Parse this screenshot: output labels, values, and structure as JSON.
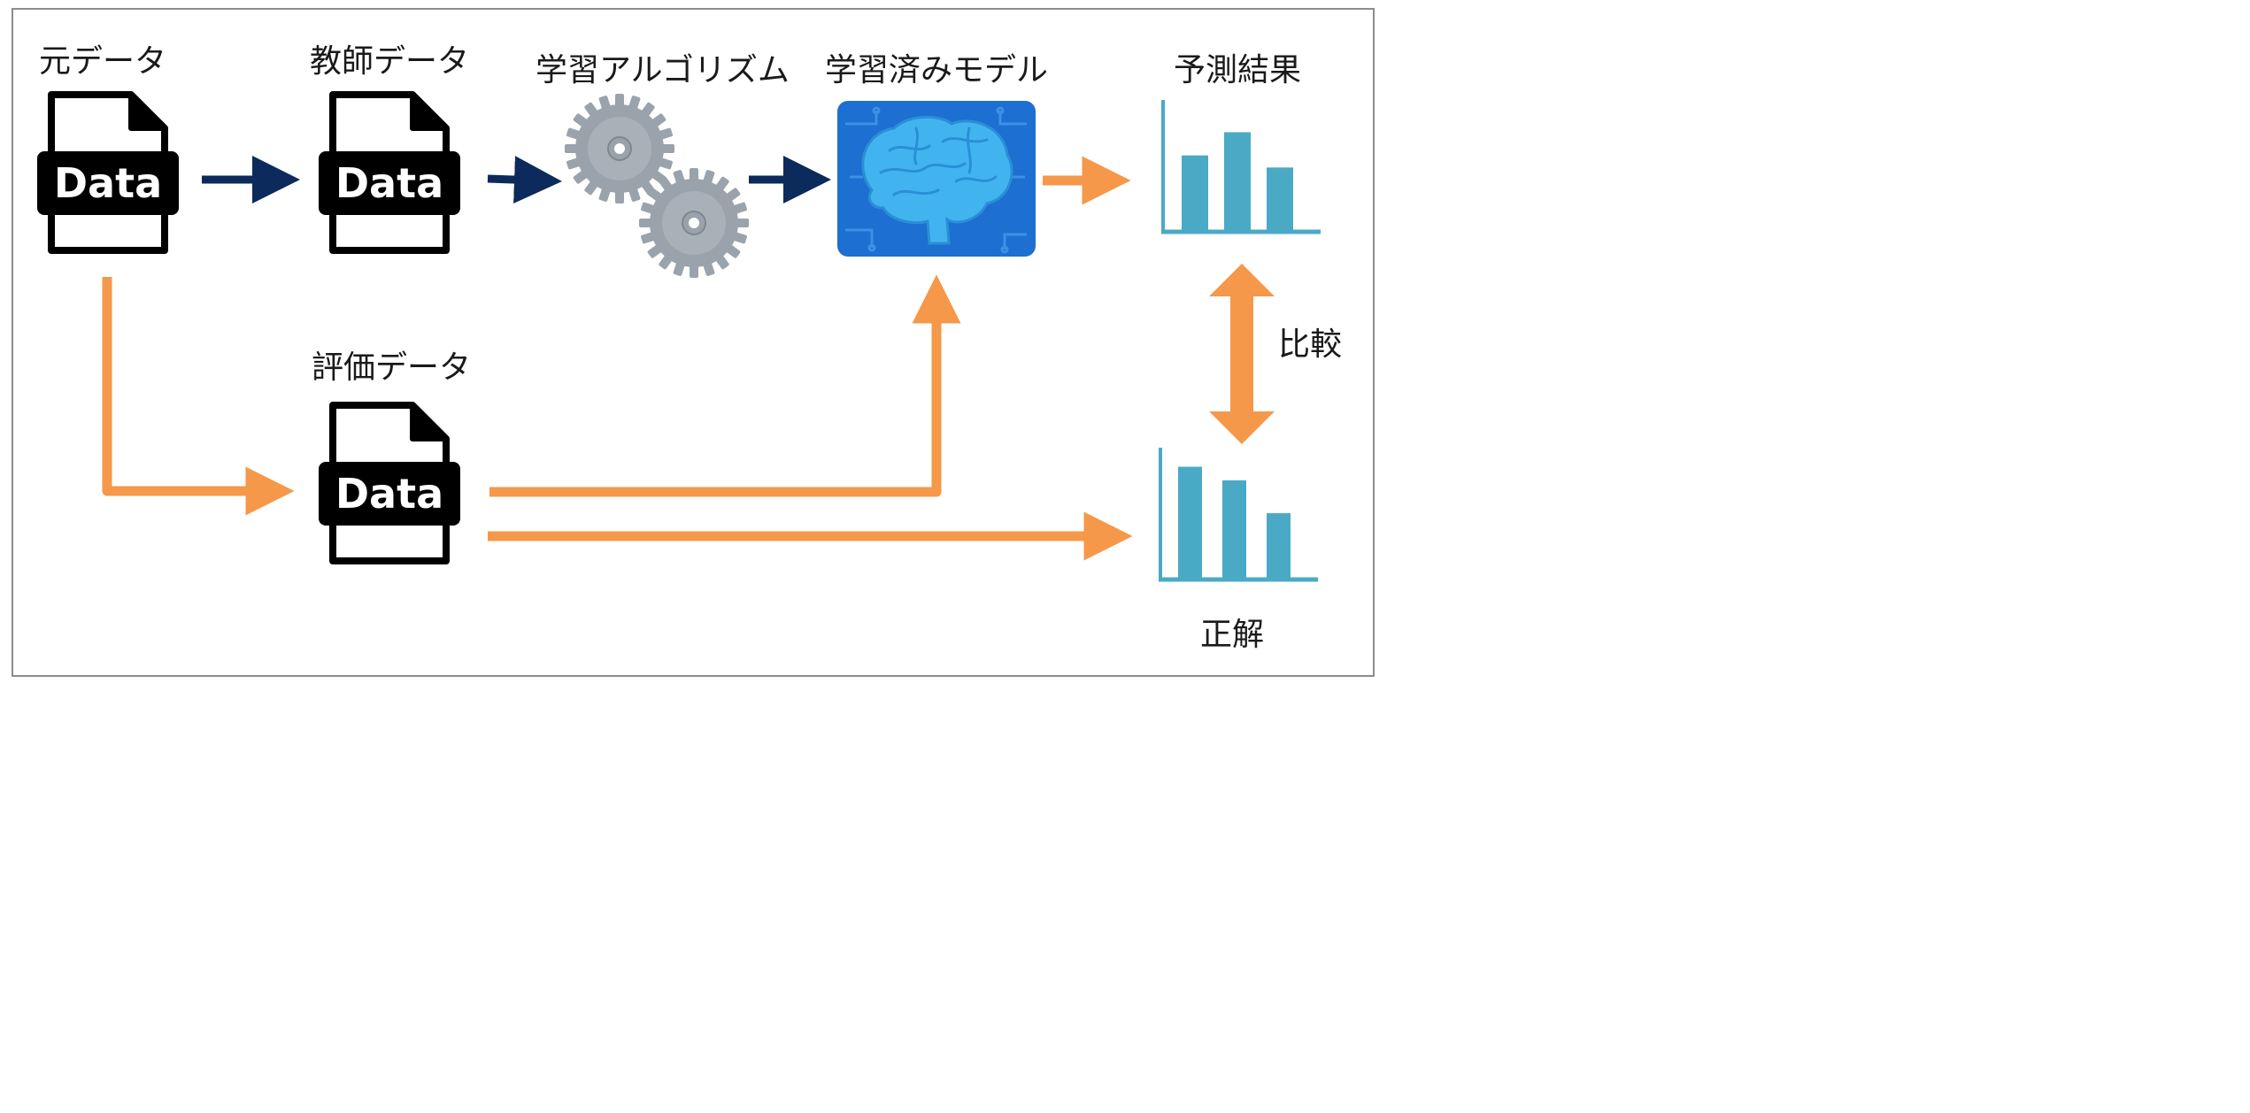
{
  "labels": {
    "source_data": "元データ",
    "training_data": "教師データ",
    "learning_algorithm": "学習アルゴリズム",
    "trained_model": "学習済みモデル",
    "prediction_result": "予測結果",
    "evaluation_data": "評価データ",
    "comparison": "比較",
    "ground_truth": "正解"
  },
  "document_icon_text": "Data",
  "colors": {
    "dark_arrow": "#0d2a5c",
    "orange_arrow": "#f5984a",
    "bar": "#4aaac6",
    "gear": "#9aa3ab",
    "brain_panel": "#1d6fd1",
    "brain": "#41b4f0",
    "frame": "#8c8c8c"
  },
  "prediction_chart": {
    "type": "bar",
    "values": [
      0.74,
      0.97,
      0.62
    ]
  },
  "ground_truth_chart": {
    "type": "bar",
    "values": [
      0.98,
      0.86,
      0.57
    ]
  }
}
